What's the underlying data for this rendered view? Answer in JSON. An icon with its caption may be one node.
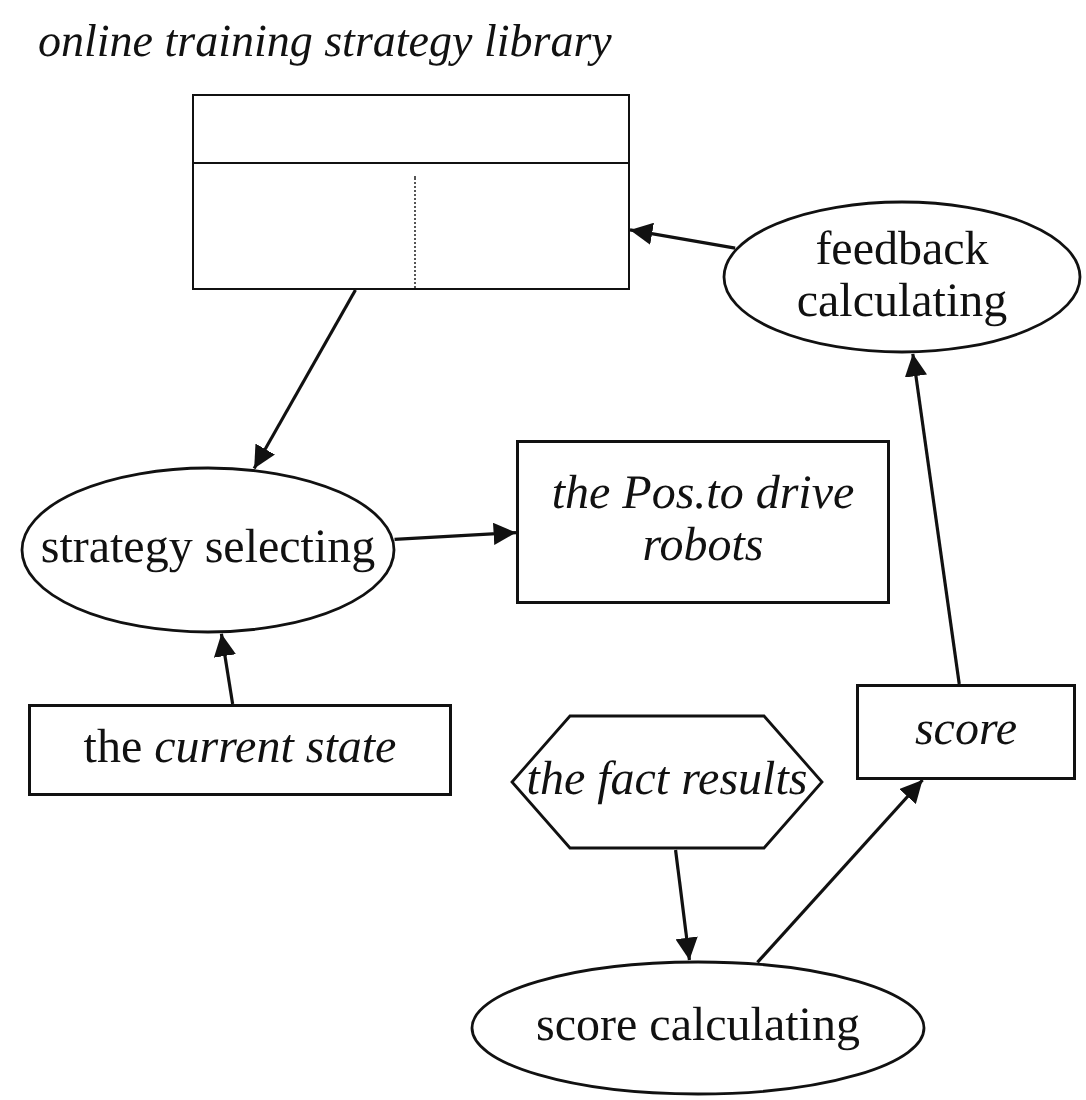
{
  "diagram": {
    "nodes": [
      {
        "text": [
          "online training strategy library"
        ]
      },
      {
        "text": [
          "strategy selecting"
        ]
      },
      {
        "text": [
          "the Pos.to drive robots"
        ]
      },
      {
        "text": [
          "feedback calculating"
        ]
      },
      {
        "text": [
          "the *current state*"
        ]
      },
      {
        "text": [
          "the fact results"
        ]
      },
      {
        "text": [
          "score"
        ]
      },
      {
        "text": [
          "score calculating"
        ]
      }
    ],
    "edges": [
      {
        "from": 0,
        "to": 1,
        "arrow": "to"
      },
      {
        "from": 1,
        "to": 2,
        "arrow": "to"
      },
      {
        "from": 4,
        "to": 1,
        "arrow": "to"
      },
      {
        "from": 3,
        "to": 0,
        "arrow": "to"
      },
      {
        "from": 6,
        "to": 3,
        "arrow": "to"
      },
      {
        "from": 5,
        "to": 7,
        "arrow": "to"
      },
      {
        "from": 7,
        "to": 6,
        "arrow": "to"
      }
    ]
  }
}
